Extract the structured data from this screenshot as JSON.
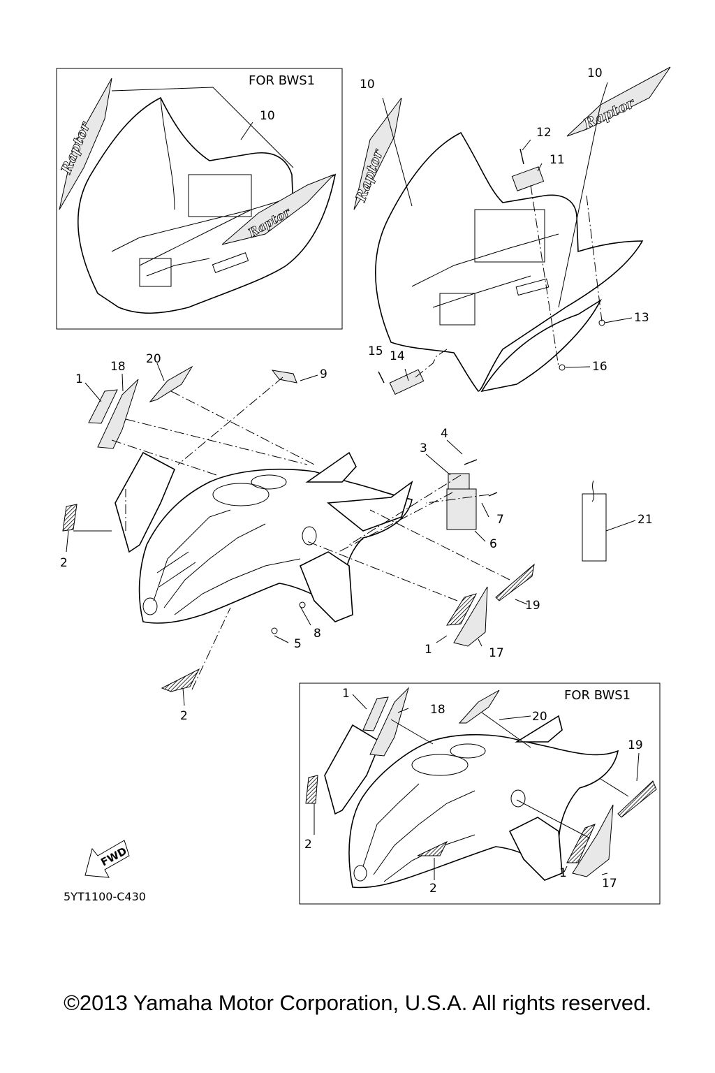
{
  "diagram": {
    "box_titles": [
      "FOR BWS1",
      "FOR BWS1"
    ],
    "drawing_code": "5YT1100-C430",
    "fwd_label": "FWD",
    "logo_text": "Raptor",
    "callouts": [
      {
        "id": "top-left-10",
        "text": "10"
      },
      {
        "id": "top-10a",
        "text": "10"
      },
      {
        "id": "top-10b",
        "text": "10"
      },
      {
        "id": "c12",
        "text": "12"
      },
      {
        "id": "c11",
        "text": "11"
      },
      {
        "id": "c13",
        "text": "13"
      },
      {
        "id": "c16",
        "text": "16"
      },
      {
        "id": "c15",
        "text": "15"
      },
      {
        "id": "c14",
        "text": "14"
      },
      {
        "id": "c18",
        "text": "18"
      },
      {
        "id": "c20",
        "text": "20"
      },
      {
        "id": "c1a",
        "text": "1"
      },
      {
        "id": "c9",
        "text": "9"
      },
      {
        "id": "c4",
        "text": "4"
      },
      {
        "id": "c3",
        "text": "3"
      },
      {
        "id": "c7",
        "text": "7"
      },
      {
        "id": "c6",
        "text": "6"
      },
      {
        "id": "c21",
        "text": "21"
      },
      {
        "id": "c2a",
        "text": "2"
      },
      {
        "id": "c19a",
        "text": "19"
      },
      {
        "id": "c8",
        "text": "8"
      },
      {
        "id": "c5",
        "text": "5"
      },
      {
        "id": "c1b",
        "text": "1"
      },
      {
        "id": "c17a",
        "text": "17"
      },
      {
        "id": "c2b",
        "text": "2"
      },
      {
        "id": "b-c1",
        "text": "1"
      },
      {
        "id": "b-c18",
        "text": "18"
      },
      {
        "id": "b-c20",
        "text": "20"
      },
      {
        "id": "b-c19",
        "text": "19"
      },
      {
        "id": "b-c2a",
        "text": "2"
      },
      {
        "id": "b-c2b",
        "text": "2"
      },
      {
        "id": "b-c1b",
        "text": "1"
      },
      {
        "id": "b-c17",
        "text": "17"
      }
    ]
  },
  "footer": {
    "copyright": "©2013 Yamaha Motor Corporation, U.S.A. All rights reserved."
  }
}
